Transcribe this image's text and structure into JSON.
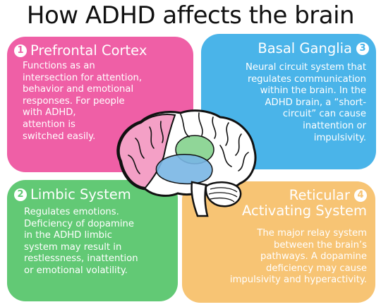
{
  "title": "How ADHD affects the brain",
  "colors": {
    "prefrontal": "#ef5fa6",
    "basal": "#4ab4e9",
    "limbic": "#62c975",
    "reticular": "#f7c474"
  },
  "cards": {
    "prefrontal": {
      "number": "1",
      "heading": "Prefrontal Cortex",
      "lines": [
        "Functions as an",
        "intersection for attention,",
        "behavior and emotional",
        "responses. For people",
        "with ADHD,",
        "attention is",
        "switched easily."
      ]
    },
    "basal": {
      "number": "3",
      "heading": "Basal Ganglia",
      "lines": [
        "Neural circuit system that",
        "regulates communication",
        "within the brain. In the",
        "ADHD brain, a “short-",
        "circuit” can cause",
        "inattention or",
        "impulsivity."
      ]
    },
    "limbic": {
      "number": "2",
      "heading": "Limbic System",
      "lines": [
        "Regulates emotions.",
        "Deficiency of dopamine",
        "in the ADHD limbic",
        "system may result in",
        "restlessness, inattention",
        "or emotional volatility."
      ]
    },
    "reticular": {
      "number": "4",
      "heading_line1": "Reticular",
      "heading_line2": "Activating System",
      "lines": [
        "The major relay system",
        "between the brain’s",
        "pathways. A dopamine",
        "deficiency may cause",
        "impulsivity and hyperactivity."
      ]
    }
  }
}
